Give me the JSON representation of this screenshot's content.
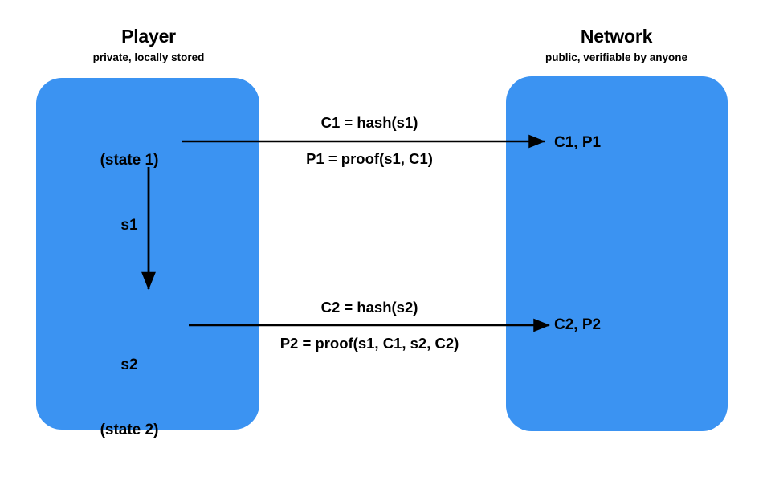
{
  "diagram": {
    "title_player": "Player",
    "subtitle_player": "private, locally stored",
    "title_network": "Network",
    "subtitle_network": "public, verifiable by anyone",
    "colors": {
      "panel_blue": "#3b93f2",
      "background": "#ffffff",
      "text": "#000000",
      "arrow": "#000000"
    },
    "player_nodes": [
      {
        "line1": "(state 1)",
        "line2": "s1"
      },
      {
        "line1": "s2",
        "line2": "(state 2)"
      }
    ],
    "network_nodes": [
      {
        "label": "C1, P1"
      },
      {
        "label": "C2, P2"
      }
    ],
    "edges": [
      {
        "above": "C1 = hash(s1)",
        "below": "P1 = proof(s1, C1)",
        "direction": "player-to-network"
      },
      {
        "above": "C2 = hash(s2)",
        "below": "P2 = proof(s1, C1, s2, C2)",
        "direction": "player-to-network"
      }
    ],
    "transition_arrow": {
      "name": "state-transition",
      "from": "s1",
      "to": "s2",
      "direction": "downward"
    }
  }
}
